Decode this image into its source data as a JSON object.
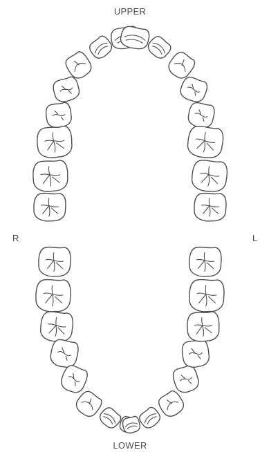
{
  "labels": {
    "upper": "UPPER",
    "lower": "LOWER",
    "right": "R",
    "left": "L"
  },
  "colors": {
    "outline": "#4e4e4e",
    "label_text": "#4a4a4a",
    "background": "#ffffff"
  },
  "upper_teeth": [
    {
      "id": "upper-right-third-molar",
      "kind": "molar"
    },
    {
      "id": "upper-right-second-molar",
      "kind": "molar"
    },
    {
      "id": "upper-right-first-molar",
      "kind": "molar"
    },
    {
      "id": "upper-right-second-premolar",
      "kind": "premolar"
    },
    {
      "id": "upper-right-first-premolar",
      "kind": "premolar"
    },
    {
      "id": "upper-right-canine",
      "kind": "canine"
    },
    {
      "id": "upper-right-lateral-incisor",
      "kind": "incisor"
    },
    {
      "id": "upper-right-central-incisor",
      "kind": "incisor"
    },
    {
      "id": "upper-left-central-incisor",
      "kind": "incisor"
    },
    {
      "id": "upper-left-lateral-incisor",
      "kind": "incisor"
    },
    {
      "id": "upper-left-canine",
      "kind": "canine"
    },
    {
      "id": "upper-left-first-premolar",
      "kind": "premolar"
    },
    {
      "id": "upper-left-second-premolar",
      "kind": "premolar"
    },
    {
      "id": "upper-left-first-molar",
      "kind": "molar"
    },
    {
      "id": "upper-left-second-molar",
      "kind": "molar"
    },
    {
      "id": "upper-left-third-molar",
      "kind": "molar"
    }
  ],
  "lower_teeth": [
    {
      "id": "lower-right-third-molar",
      "kind": "molar"
    },
    {
      "id": "lower-right-second-molar",
      "kind": "molar"
    },
    {
      "id": "lower-right-first-molar",
      "kind": "molar"
    },
    {
      "id": "lower-right-second-premolar",
      "kind": "premolar"
    },
    {
      "id": "lower-right-first-premolar",
      "kind": "premolar"
    },
    {
      "id": "lower-right-canine",
      "kind": "canine"
    },
    {
      "id": "lower-right-lateral-incisor",
      "kind": "incisor"
    },
    {
      "id": "lower-right-central-incisor",
      "kind": "incisor"
    },
    {
      "id": "lower-left-central-incisor",
      "kind": "incisor"
    },
    {
      "id": "lower-left-lateral-incisor",
      "kind": "incisor"
    },
    {
      "id": "lower-left-canine",
      "kind": "canine"
    },
    {
      "id": "lower-left-first-premolar",
      "kind": "premolar"
    },
    {
      "id": "lower-left-second-premolar",
      "kind": "premolar"
    },
    {
      "id": "lower-left-first-molar",
      "kind": "molar"
    },
    {
      "id": "lower-left-second-molar",
      "kind": "molar"
    },
    {
      "id": "lower-left-third-molar",
      "kind": "molar"
    }
  ]
}
